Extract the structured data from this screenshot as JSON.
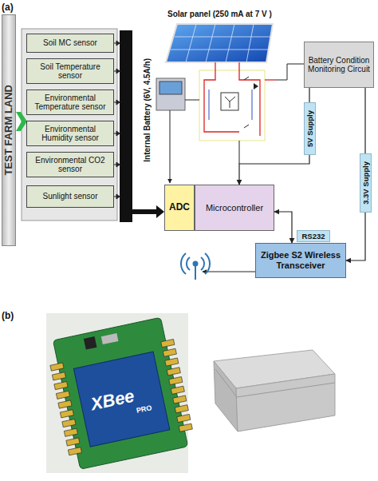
{
  "diagram": {
    "nodes": [
      {
        "text": [
          "TEST FARM LAND"
        ]
      },
      {
        "text": [
          "Soil MC sensor"
        ]
      },
      {
        "text": [
          "Soil Temperature sensor"
        ]
      },
      {
        "text": [
          "Environmental Temperature sensor"
        ]
      },
      {
        "text": [
          "Environmental Humidity sensor"
        ]
      },
      {
        "text": [
          "Environmental CO2 sensor"
        ]
      },
      {
        "text": [
          "Sunlight sensor"
        ]
      },
      {
        "text": [
          "Battery Condition Monitoring Circuit"
        ]
      },
      {
        "text": [
          "ADC"
        ]
      },
      {
        "text": [
          "Microcontroller"
        ]
      },
      {
        "text": [
          "Zigbee S2 Wireless Transceiver"
        ]
      }
    ],
    "edges": [
      {
        "from": 7,
        "to": 9,
        "label": "5V Supply",
        "arrow": "to"
      },
      {
        "from": 7,
        "to": 10,
        "label": "3.3V Supply",
        "arrow": "to"
      },
      {
        "from": 9,
        "to": 10,
        "label": "RS232",
        "arrow": "both"
      }
    ],
    "labels": [
      "(a)",
      "Solar panel (250 mA at 7 V )",
      "Internal Battery (6V, 4.5A/h)",
      "(b)",
      "XBee",
      "PRO"
    ]
  }
}
